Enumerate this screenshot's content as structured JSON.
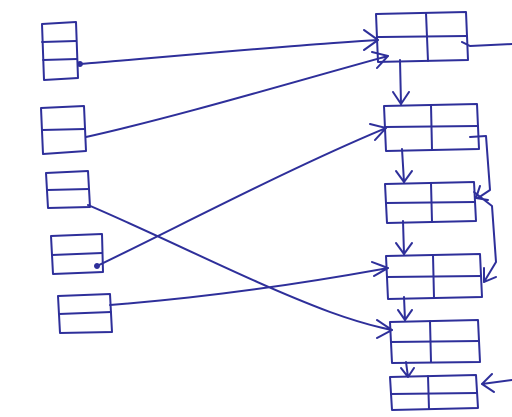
{
  "diagram": {
    "kind": "hand-drawn pointer / linked-structure sketch",
    "ink_color": "#2e2f9a",
    "paper_color": "#ffffff",
    "left_nodes": [
      {
        "id": "L1",
        "fields": 3
      },
      {
        "id": "L2",
        "fields": 2
      },
      {
        "id": "L3",
        "fields": 2
      },
      {
        "id": "L4",
        "fields": 2
      },
      {
        "id": "L5",
        "fields": 2
      }
    ],
    "right_nodes": [
      {
        "id": "R1",
        "fields": 3
      },
      {
        "id": "R2",
        "fields": 3
      },
      {
        "id": "R3",
        "fields": 3
      },
      {
        "id": "R4",
        "fields": 3
      },
      {
        "id": "R5",
        "fields": 3
      },
      {
        "id": "R6",
        "fields": 3
      }
    ],
    "edges": [
      {
        "from": "L1",
        "to": "R1"
      },
      {
        "from": "L2",
        "to": "R1"
      },
      {
        "from": "L3",
        "to": "R5"
      },
      {
        "from": "L4",
        "to": "R2"
      },
      {
        "from": "L5",
        "to": "R4"
      },
      {
        "from": "R1",
        "to": "R2"
      },
      {
        "from": "R2",
        "to": "R3"
      },
      {
        "from": "R3",
        "to": "R4"
      },
      {
        "from": "R4",
        "to": "R5"
      },
      {
        "from": "R5",
        "to": "R6"
      },
      {
        "from": "R2",
        "to": "R3",
        "style": "loop-right"
      },
      {
        "from": "R3",
        "to": "R4",
        "style": "loop-right"
      },
      {
        "from": "R1",
        "to": "off-page",
        "style": "exit-right"
      },
      {
        "from": "off-page",
        "to": "R6",
        "style": "enter-right"
      }
    ]
  }
}
